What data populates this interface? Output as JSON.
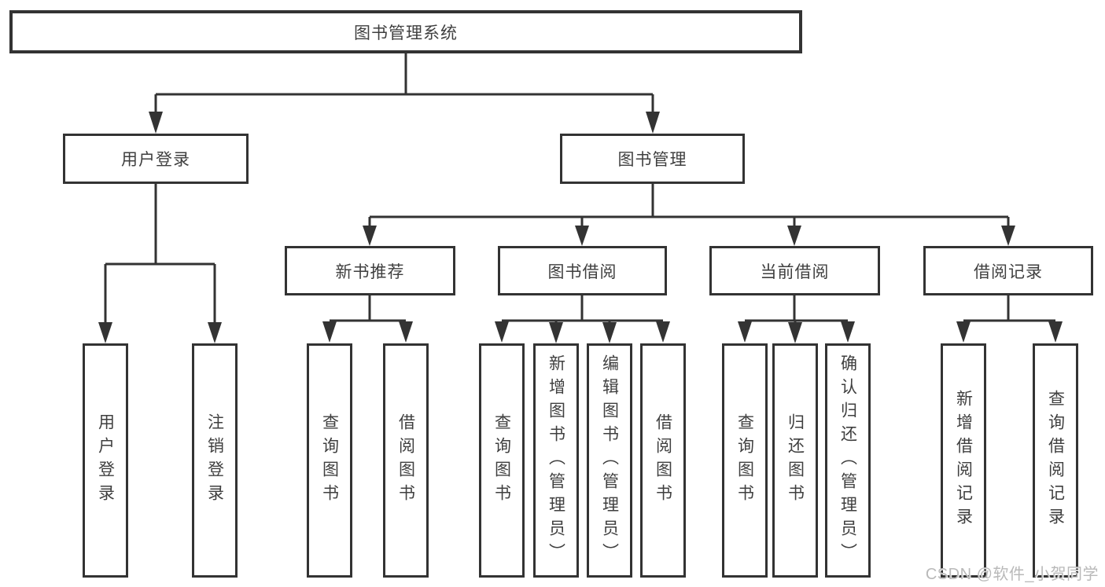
{
  "diagram": {
    "title": "图书管理系统",
    "branches": [
      {
        "label": "用户登录"
      },
      {
        "label": "图书管理"
      }
    ],
    "sections": [
      {
        "label": "新书推荐"
      },
      {
        "label": "图书借阅"
      },
      {
        "label": "当前借阅"
      },
      {
        "label": "借阅记录"
      }
    ],
    "leaves": [
      {
        "label": "用户登录"
      },
      {
        "label": "注销登录"
      },
      {
        "label": "查询图书"
      },
      {
        "label": "借阅图书"
      },
      {
        "label": "查询图书"
      },
      {
        "label": "新增图书（管理员）"
      },
      {
        "label": "编辑图书（管理员）"
      },
      {
        "label": "借阅图书"
      },
      {
        "label": "查询图书"
      },
      {
        "label": "归还图书"
      },
      {
        "label": "确认归还（管理员）"
      },
      {
        "label": "新增借阅记录"
      },
      {
        "label": "查询借阅记录"
      }
    ]
  },
  "watermark": {
    "text": "CSDN @软件_小贺同学"
  },
  "colors": {
    "line": "#333333",
    "box_border": "#333333",
    "text": "#3f3f3f",
    "watermark": "#b9b9b9",
    "background": "#ffffff"
  }
}
